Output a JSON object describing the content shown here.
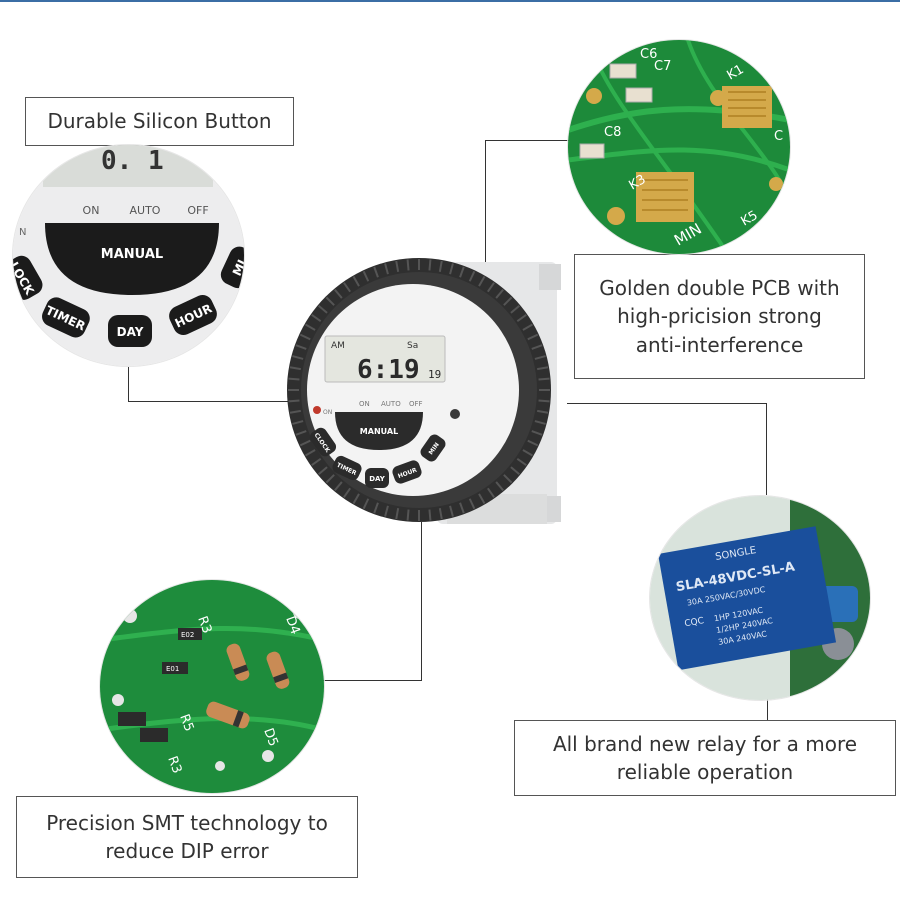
{
  "callouts": {
    "silicon_button": "Durable Silicon Button",
    "pcb": "Golden double PCB with\nhigh-pricision strong\nanti-interference",
    "relay": "All brand new relay for a more\nreliable operation",
    "smt": "Precision SMT technology to\nreduce DIP error"
  },
  "device": {
    "display": {
      "am": "AM",
      "day": "Sa",
      "time": "6:19",
      "seconds": "19"
    },
    "mode_labels": {
      "on": "ON",
      "auto": "AUTO",
      "off": "OFF",
      "on_indicator": "ON"
    },
    "buttons": {
      "manual": "MANUAL",
      "clock": "CLOCK",
      "timer": "TIMER",
      "day": "DAY",
      "hour": "HOUR",
      "min": "MIN"
    }
  },
  "button_closeup": {
    "mode_labels": {
      "on": "ON",
      "auto": "AUTO",
      "off": "OFF"
    },
    "manual": "MANUAL",
    "clock": "LOCK",
    "timer": "TIMER",
    "day": "DAY",
    "hour": "HOUR",
    "min": "MI",
    "left_partial": "N"
  },
  "pcb_closeup": {
    "labels": {
      "c6": "C6",
      "c7": "C7",
      "c8": "C8",
      "k1": "K1",
      "c": "C",
      "k3": "K3",
      "min": "MIN",
      "k5": "K5"
    }
  },
  "relay_closeup": {
    "brand": "SONGLE",
    "model": "SLA-48VDC-SL-A",
    "rating": "30A 250VAC/30VDC",
    "cqc": "CQC",
    "line1": "1HP 120VAC",
    "line2": "1/2HP 240VAC",
    "line3": "30A 240VAC"
  },
  "smt_closeup": {
    "labels": {
      "r3": "R3",
      "d4": "D4",
      "r5": "R5",
      "d5": "D5",
      "r3b": "R3",
      "e02": "E02",
      "e01": "E01"
    }
  },
  "colors": {
    "pcb_green": "#1f8f3a",
    "relay_blue": "#1a4f9c",
    "device_dark": "#2b2b2b",
    "lcd": "#e4e6df",
    "accent_line": "#3b6ea5"
  }
}
